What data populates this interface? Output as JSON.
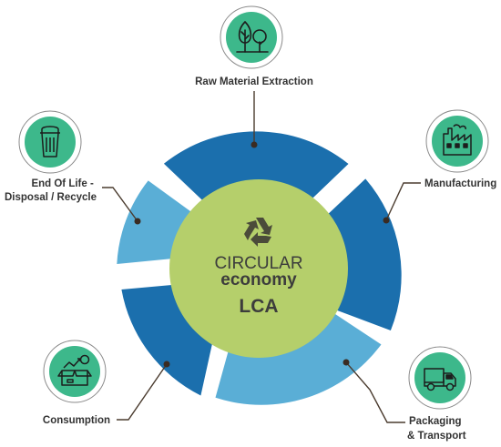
{
  "center": {
    "line1": "CIRCULAR",
    "line2": "economy",
    "line3": "LCA"
  },
  "stages": [
    {
      "label_lines": [
        "Raw Material Extraction"
      ],
      "icon": "trees-icon"
    },
    {
      "label_lines": [
        "Manufacturing"
      ],
      "icon": "factory-icon"
    },
    {
      "label_lines": [
        "Packaging",
        "& Transport"
      ],
      "icon": "truck-icon"
    },
    {
      "label_lines": [
        "Consumption"
      ],
      "icon": "shopping-box-icon"
    },
    {
      "label_lines": [
        "End Of Life -",
        "Disposal / Recycle"
      ],
      "icon": "trash-bin-icon"
    }
  ],
  "colors": {
    "dark_blue": "#1b6fad",
    "light_blue": "#5aaed6",
    "center_green": "#b5cf6b",
    "icon_green": "#3db88b",
    "leader_line": "#4a3b2e"
  }
}
